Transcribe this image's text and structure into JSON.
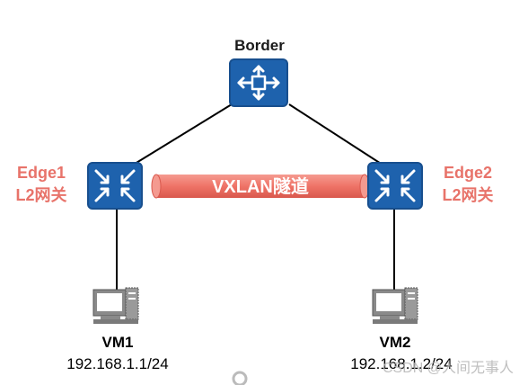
{
  "diagram": {
    "border_label": "Border",
    "edge1": {
      "name": "Edge1",
      "role": "L2网关"
    },
    "edge2": {
      "name": "Edge2",
      "role": "L2网关"
    },
    "tunnel_label": "VXLAN隧道",
    "vm1": {
      "name": "VM1",
      "ip": "192.168.1.1/24"
    },
    "vm2": {
      "name": "VM2",
      "ip": "192.168.1.2/24"
    },
    "watermark": "CSDN @人间无事人"
  },
  "colors": {
    "device_blue": "#1e62ad",
    "device_border": "#184f8e",
    "label_red": "#e8736a",
    "tunnel_fill": "#ef7367",
    "line": "#000000",
    "watermark": "#bdbdbd"
  },
  "icons": [
    "router-icon",
    "switch-icon",
    "computer-icon"
  ]
}
